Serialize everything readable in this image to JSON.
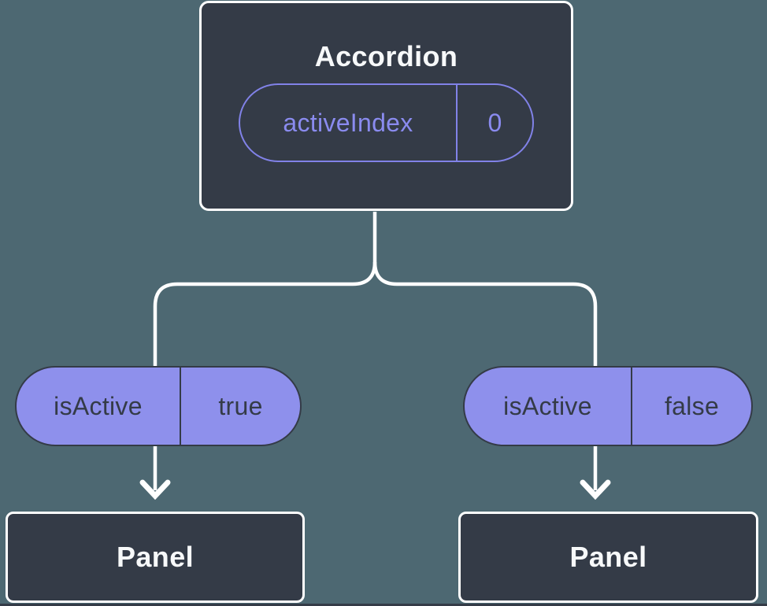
{
  "diagram": {
    "root": {
      "title": "Accordion",
      "prop": {
        "name": "activeIndex",
        "value": "0"
      }
    },
    "children": [
      {
        "prop": {
          "name": "isActive",
          "value": "true"
        },
        "box_label": "Panel"
      },
      {
        "prop": {
          "name": "isActive",
          "value": "false"
        },
        "box_label": "Panel"
      }
    ]
  },
  "colors": {
    "background": "#4d6872",
    "box_fill": "#343b47",
    "box_border": "#ffffff",
    "box_text": "#f7f9fa",
    "pill_fill": "#8e90ec",
    "pill_dark_text": "#343b47",
    "pill_outline_violet": "#8182e8",
    "pill_violet_text": "#8a8bef",
    "connector": "#ffffff"
  }
}
